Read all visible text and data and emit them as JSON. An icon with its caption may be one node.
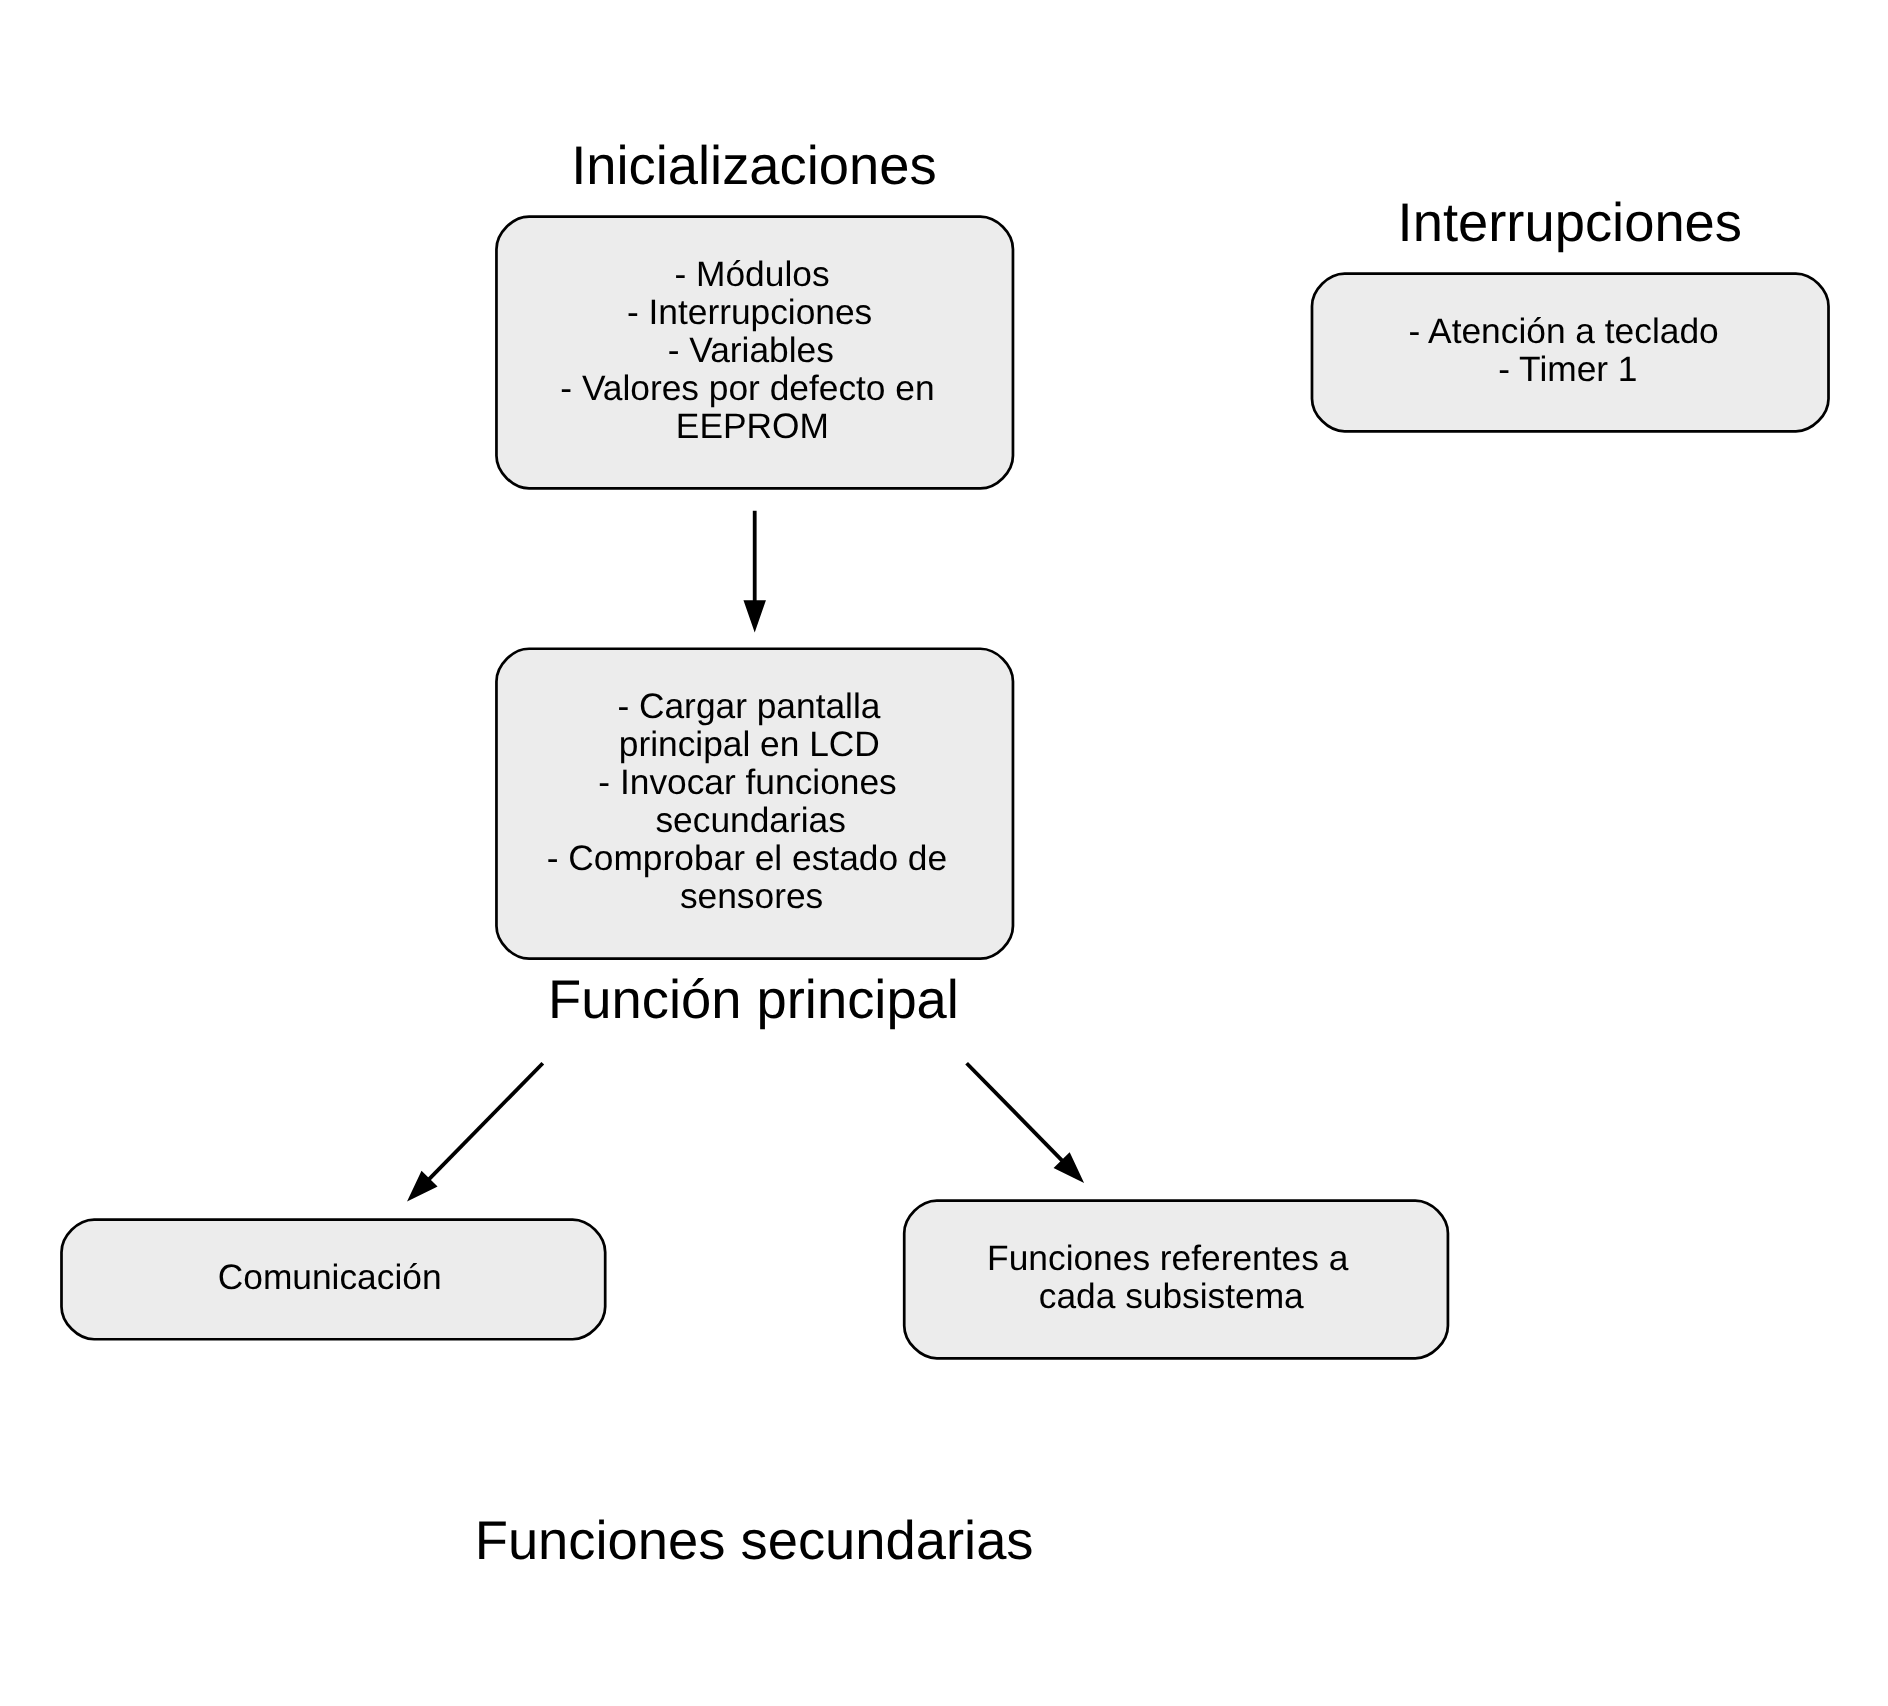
{
  "diagram": {
    "nodes": [
      {
        "text": [
          "Inicializaciones",
          "- Módulos",
          "- Interrupciones",
          "- Variables",
          "- Valores por defecto en EEPROM"
        ]
      },
      {
        "text": [
          "Interrupciones",
          "- Atención a teclado",
          "- Timer 1"
        ]
      },
      {
        "text": [
          "- Cargar pantalla principal en LCD",
          "- Invocar funciones secundarias",
          "- Comprobar el estado de sensores",
          "Función principal"
        ]
      },
      {
        "text": [
          "Comunicación"
        ]
      },
      {
        "text": [
          "Funciones referentes a cada subsistema"
        ]
      }
    ],
    "edges": [
      {
        "from": 0,
        "to": 2,
        "arrow": "to"
      },
      {
        "from": 2,
        "to": 3,
        "arrow": "to"
      },
      {
        "from": 2,
        "to": 4,
        "arrow": "to"
      }
    ],
    "labels": [
      "Funciones secundarias"
    ]
  }
}
